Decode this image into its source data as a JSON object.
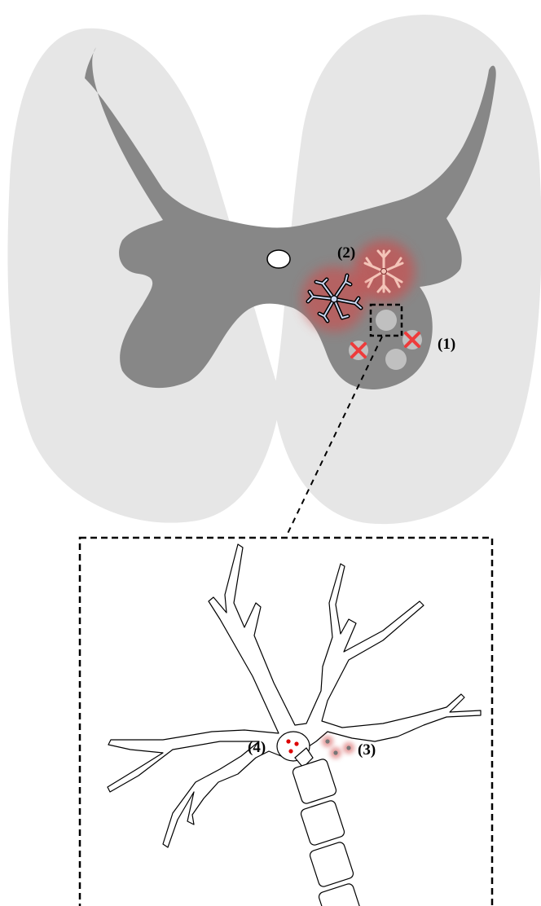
{
  "labels": {
    "one": "(1)",
    "two": "(2)",
    "three": "(3)",
    "four": "(4)"
  },
  "colors": {
    "white_matter": "#e6e6e6",
    "gray_matter": "#878787",
    "neuron_soma": "#c0c0c0",
    "inflammation_glow": "#d24b4b",
    "dead_marker": "#ee3b3b",
    "aggregate": "#dd0000",
    "outline": "#000000"
  }
}
